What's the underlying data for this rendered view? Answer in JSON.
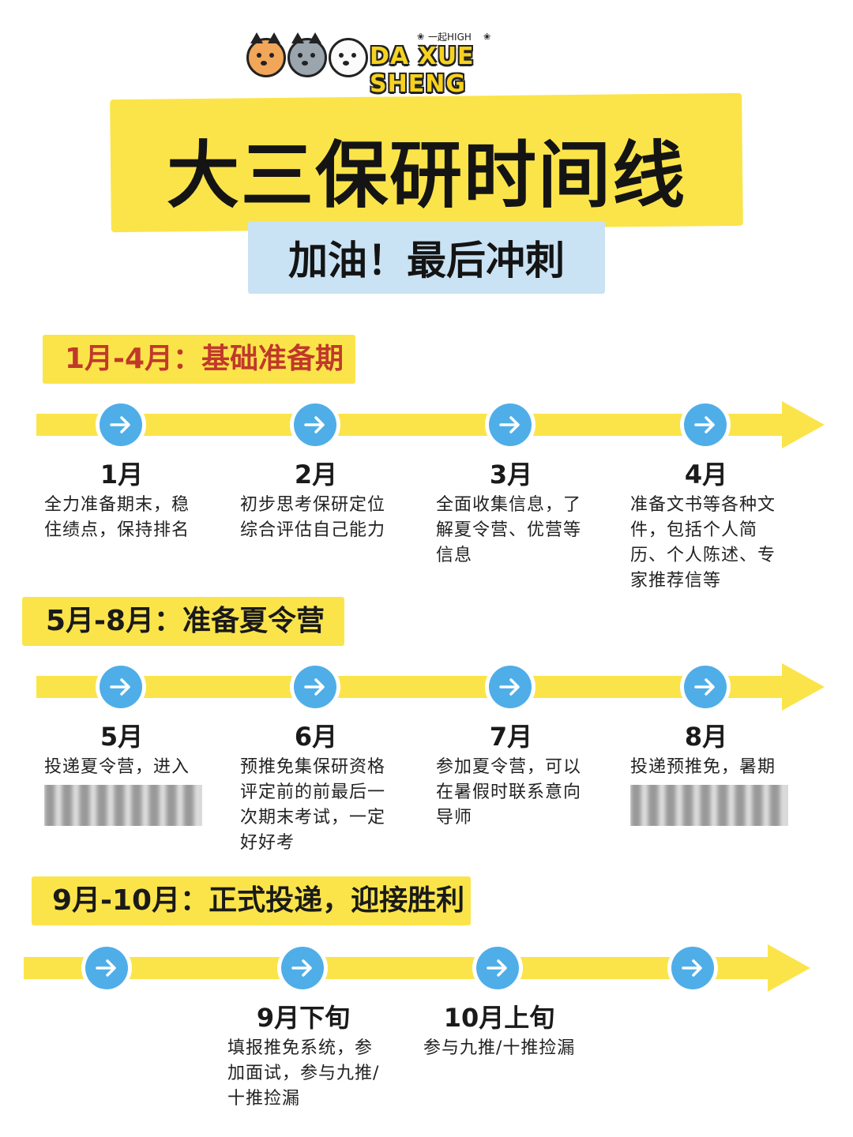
{
  "logo": {
    "brand": "DA XUE SHENG",
    "tagline": "一起HIGH",
    "pets": [
      "corgi-icon",
      "husky-icon",
      "poodle-icon"
    ]
  },
  "title": "大三保研时间线",
  "subtitle": "加油！最后冲刺",
  "colors": {
    "highlight_yellow": "#fbe44a",
    "highlight_blue": "#c9e2f4",
    "node_blue": "#4faee8",
    "section1_text": "#c0392b"
  },
  "sections": [
    {
      "label": "1月-4月：基础准备期",
      "items": [
        {
          "month": "1月",
          "desc": "全力准备期末，稳住绩点，保持排名"
        },
        {
          "month": "2月",
          "desc": "初步思考保研定位综合评估自己能力"
        },
        {
          "month": "3月",
          "desc": "全面收集信息，了解夏令营、优营等信息"
        },
        {
          "month": "4月",
          "desc": "准备文书等各种文件，包括个人简历、个人陈述、专家推荐信等"
        }
      ]
    },
    {
      "label": "5月-8月：准备夏令营",
      "items": [
        {
          "month": "5月",
          "desc": "投递夏令营，进入"
        },
        {
          "month": "6月",
          "desc": "预推免集保研资格评定前的前最后一次期末考试，一定好好考"
        },
        {
          "month": "7月",
          "desc": "参加夏令营，可以在暑假时联系意向导师"
        },
        {
          "month": "8月",
          "desc": "投递预推免，暑期"
        }
      ]
    },
    {
      "label": "9月-10月：正式投递，迎接胜利",
      "items": [
        {
          "month": "",
          "desc": ""
        },
        {
          "month": "9月下旬",
          "desc": "填报推免系统，参加面试，参与九推/十推捡漏"
        },
        {
          "month": "10月上旬",
          "desc": "参与九推/十推捡漏"
        },
        {
          "month": "",
          "desc": ""
        }
      ]
    }
  ]
}
